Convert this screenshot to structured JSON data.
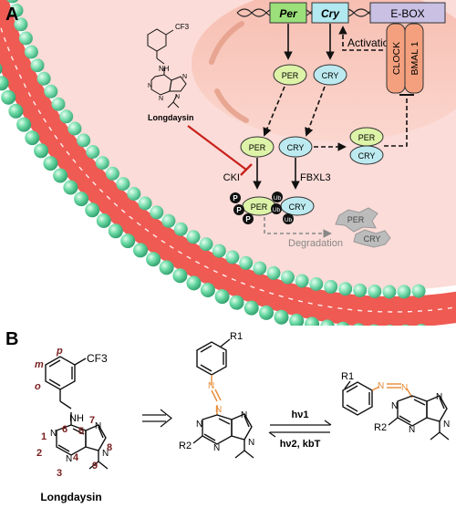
{
  "panel_a": {
    "label": "A",
    "genes": {
      "per": "Per",
      "cry": "Cry",
      "ebox": "E-BOX"
    },
    "activation": "Activation",
    "clock": "CLOCK",
    "bmal": "BMAL 1",
    "proteins": {
      "per": "PER",
      "cry": "CRY"
    },
    "cf3": "CF3",
    "nh": "NH",
    "n": "N",
    "drug_name": "Longdaysin",
    "kinases": {
      "cki": "CKI",
      "fbxl3": "FBXL3"
    },
    "phos": "P",
    "ub": "Ub",
    "degradation": "Degradation"
  },
  "panel_b": {
    "label": "B",
    "cf3": "CF3",
    "nh": "NH",
    "n": "N",
    "positions": {
      "p": "p",
      "m": "m",
      "o": "o",
      "1": "1",
      "2": "2",
      "3": "3",
      "4": "4",
      "5": "5",
      "6": "6",
      "7": "7",
      "8": "8",
      "9": "9"
    },
    "drug_name": "Longdaysin",
    "r1": "R1",
    "r2": "R2",
    "forward": "hν1",
    "reverse": "hν2, kbT"
  },
  "colors": {
    "membrane_bead": "#5fd39c",
    "membrane_band": "#f0554f",
    "cytoplasm": "#fbdcd8",
    "nucleus": "#f8c4b8",
    "per_fill": "#ddf3a8",
    "cry_fill": "#bdeaf0",
    "inhibit": "#c8211c",
    "position_label": "#7a2020",
    "azo": "#e88a36"
  }
}
